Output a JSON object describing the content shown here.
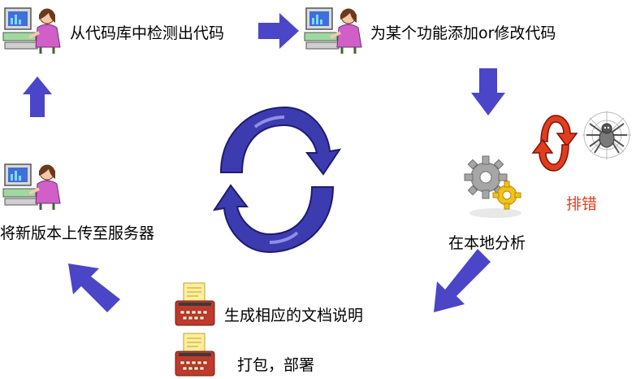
{
  "steps": {
    "checkout": "从代码库中检测出代码",
    "modify": "为某个功能添加or修改代码",
    "analyze": "在本地分析",
    "debug": "排错",
    "document": "生成相应的文档说明",
    "package": "打包，部署",
    "upload": "将新版本上传至服务器"
  },
  "colors": {
    "arrow": "#4b45c8",
    "cycle_fill": "#3d3bb0",
    "cycle_light": "#8f8fe6",
    "debug_red": "#e23c1e",
    "gear_gray": "#a6a6a6",
    "gear_yellow": "#f2c21c",
    "typewriter": "#c0392b"
  }
}
